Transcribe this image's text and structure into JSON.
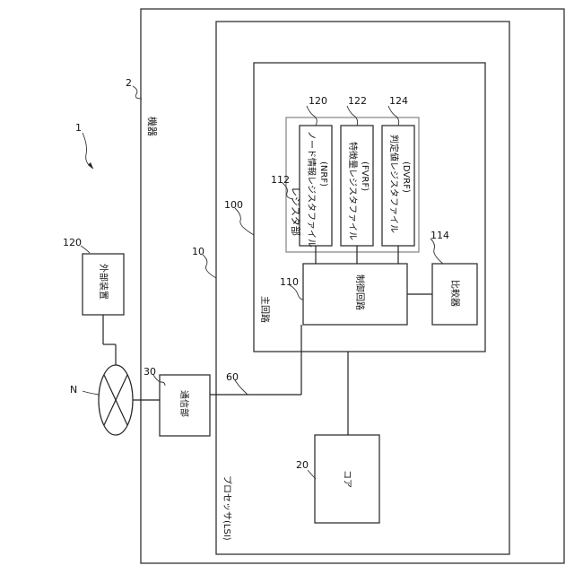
{
  "labels": {
    "device": "機器",
    "main_circuit": "主回路",
    "register_unit": "レジスタ部",
    "nrf_name": "ノード情報レジスタファイル",
    "nrf_abbr": "(NRF)",
    "fvrf_name": "特徴量レジスタファイル",
    "fvrf_abbr": "(FVRF)",
    "dvrf_name": "判定値レジスタファイル",
    "dvrf_abbr": "(DVRF)",
    "control_circuit": "制御回路",
    "comparator": "比較器",
    "external_device": "外部装置",
    "comm_unit": "通信部",
    "core": "コア",
    "processor": "プロセッサ(LSI)",
    "network": "N"
  },
  "refs": {
    "system": "1",
    "device": "2",
    "processor": "10",
    "core": "20",
    "comm_unit": "30",
    "bus": "60",
    "main_circuit": "100",
    "control_circuit": "110",
    "register_unit": "112",
    "comparator": "114",
    "nrf": "120",
    "fvrf": "122",
    "dvrf": "124",
    "external_device": "120"
  }
}
